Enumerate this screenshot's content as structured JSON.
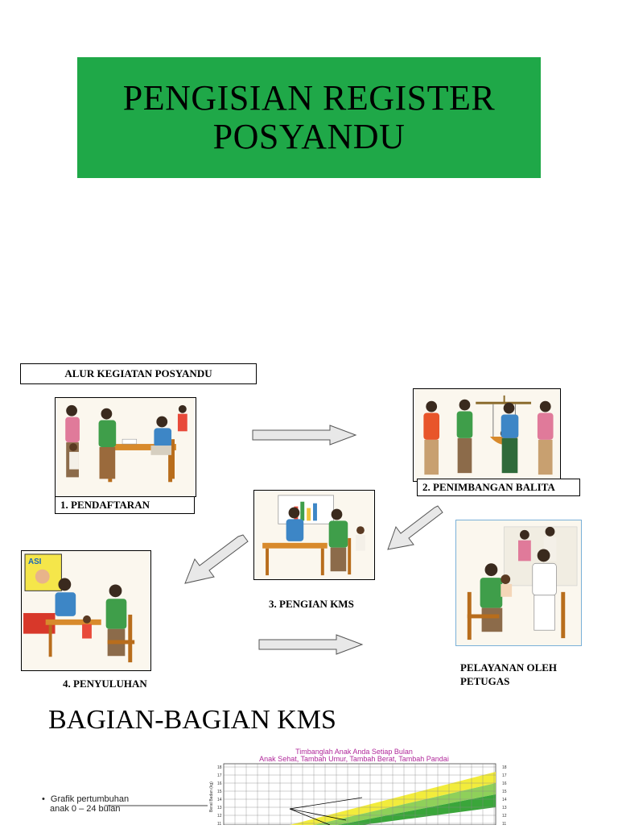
{
  "title": {
    "line1": "PENGISIAN REGISTER",
    "line2": "POSYANDU"
  },
  "flow": {
    "heading": "ALUR KEGIATAN POSYANDU",
    "step1": "1. PENDAFTARAN",
    "step2": "2. PENIMBANGAN BALITA",
    "step3": "3. PENGIAN KMS",
    "step4": "4. PENYULUHAN",
    "step5_line1": "PELAYANAN OLEH",
    "step5_line2": "PETUGAS",
    "poster_text": "ASI"
  },
  "kms": {
    "heading": "BAGIAN-BAGIAN KMS",
    "chart_title1": "Timbanglah Anak Anda Setiap Bulan",
    "chart_title2": "Anak Sehat, Tambah Umur, Tambah Berat, Tambah Pandai",
    "caption_line1": "Grafik pertumbuhan",
    "caption_line2": "anak 0 – 24 bulan",
    "bullet": "•",
    "y_ticks": [
      "18",
      "17",
      "16",
      "15",
      "14",
      "13",
      "12",
      "11"
    ],
    "y_axis_label": "Berat Badan (kg)"
  },
  "colors": {
    "banner": "#1fa848",
    "kms_title": "#b0289a",
    "kms_green_dark": "#3aa63a",
    "kms_green_light": "#8fd05a",
    "kms_yellow": "#f2ec3c"
  }
}
